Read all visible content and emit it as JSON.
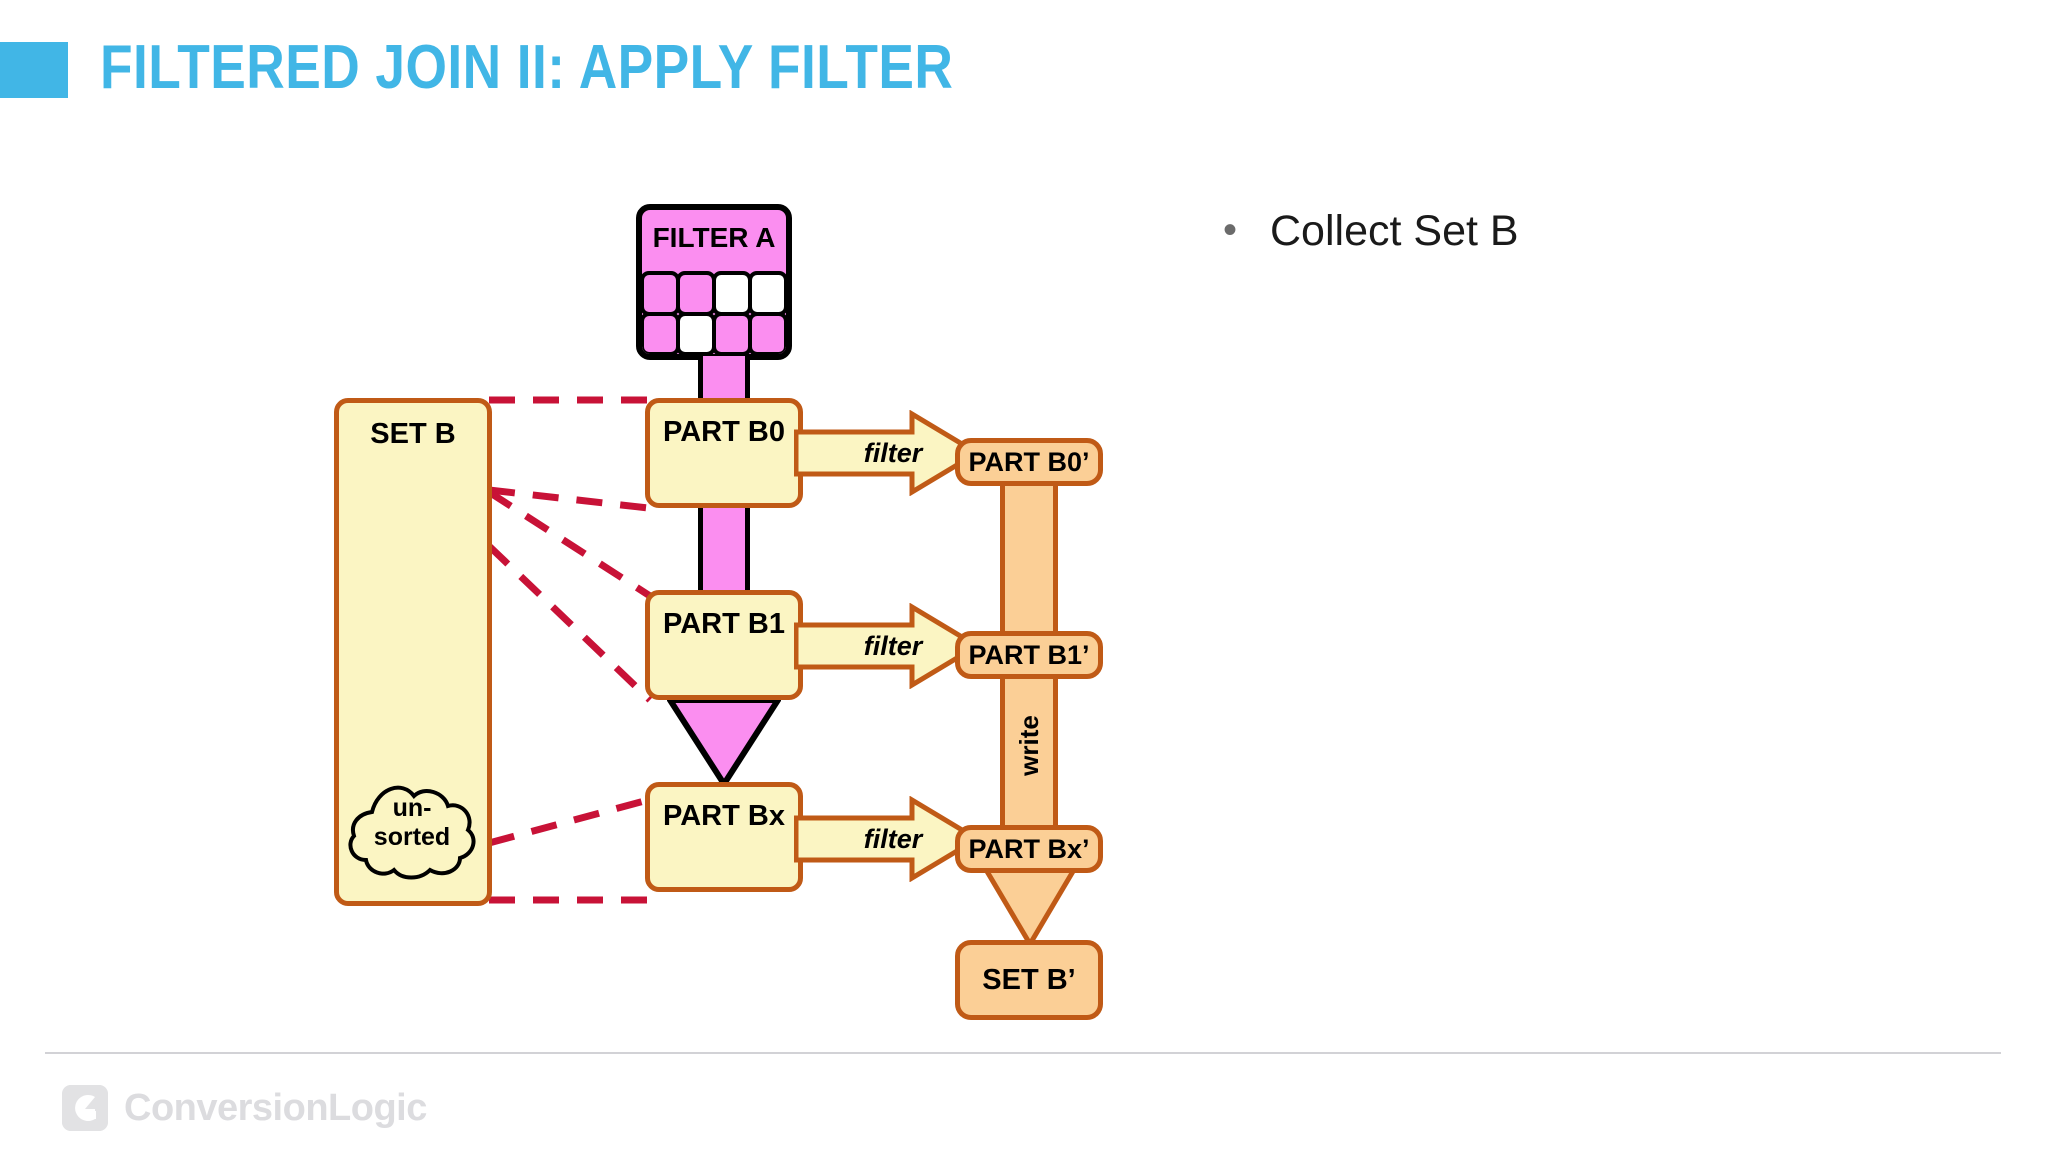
{
  "header": {
    "title": "FILTERED JOIN II: APPLY FILTER",
    "accent_color": "#41b6e6"
  },
  "bullets": [
    {
      "marker": "•",
      "text": "Collect Set B"
    }
  ],
  "diagram": {
    "filter_block": {
      "label": "FILTER A",
      "fill_color": "#fb8ef0",
      "grid": {
        "columns": 4,
        "rows": 2,
        "cells": [
          [
            "on",
            "on",
            "off",
            "off"
          ],
          [
            "on",
            "off",
            "on",
            "on"
          ]
        ]
      }
    },
    "source": {
      "label": "SET B",
      "cloud_label_line1": "un-",
      "cloud_label_line2": "sorted",
      "fill_color": "#fbf5c3",
      "border_color": "#c05a16"
    },
    "partitions": [
      {
        "label": "PART B0"
      },
      {
        "label": "PART B1"
      },
      {
        "label": "PART Bx"
      }
    ],
    "filter_arrows": [
      {
        "label": "filter"
      },
      {
        "label": "filter"
      },
      {
        "label": "filter"
      }
    ],
    "outputs": [
      {
        "label": "PART B0’"
      },
      {
        "label": "PART B1’"
      },
      {
        "label": "PART Bx’"
      }
    ],
    "write_label": "write",
    "sink": {
      "label": "SET B’",
      "fill_color": "#fbcf96"
    },
    "dashed_line_color": "#c81237"
  },
  "footer": {
    "logo_text": "ConversionLogic",
    "logo_icon": "conversion-logic-mark"
  }
}
